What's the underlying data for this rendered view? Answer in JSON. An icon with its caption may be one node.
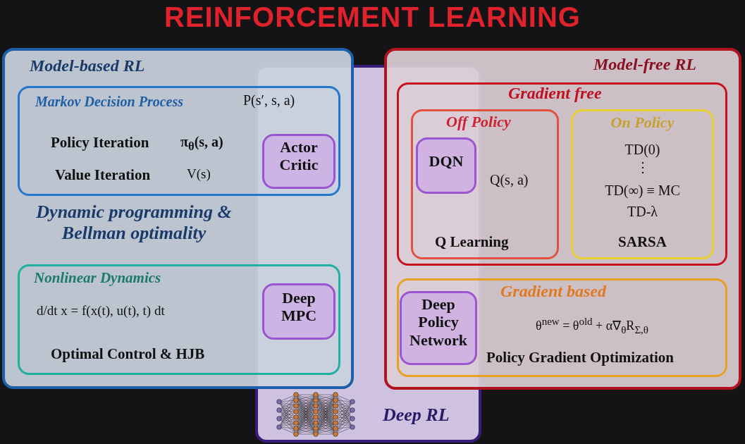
{
  "diagram": {
    "title": "REINFORCEMENT LEARNING",
    "nodes": [
      {
        "text": [
          "Model-based RL",
          "Dynamic programming & Bellman optimality"
        ]
      },
      {
        "text": [
          "Markov Decision Process",
          "P(s′, s, a)",
          "Policy Iteration",
          "π$_{θ}$(s, a)",
          "Value Iteration",
          "V(s)"
        ],
        "in": 0
      },
      {
        "text": [
          "Nonlinear Dynamics",
          "d/dt x = f(x(t), u(t), t) dt",
          "Optimal Control & HJB"
        ],
        "in": 0
      },
      {
        "text": [
          "Deep RL"
        ]
      },
      {
        "text": [
          "Actor Critic"
        ]
      },
      {
        "text": [
          "Deep MPC"
        ]
      },
      {
        "text": [
          "Model-free RL"
        ]
      },
      {
        "text": [
          "Gradient free"
        ],
        "in": 6
      },
      {
        "text": [
          "Off Policy",
          "Q(s, a)",
          "Q Learning"
        ],
        "in": 7
      },
      {
        "text": [
          "DQN"
        ]
      },
      {
        "text": [
          "On Policy",
          "TD(0)",
          "⋮",
          "TD(∞) ≡ MC",
          "TD-λ",
          "SARSA"
        ],
        "in": 7
      },
      {
        "text": [
          "Gradient based",
          "θ$^{new}$ = θ$^{old}$ + α∇$_{θ}$R$_{Σ,θ}$",
          "Policy Gradient Optimization"
        ],
        "in": 6
      },
      {
        "text": [
          "Deep Policy Network"
        ]
      }
    ]
  }
}
